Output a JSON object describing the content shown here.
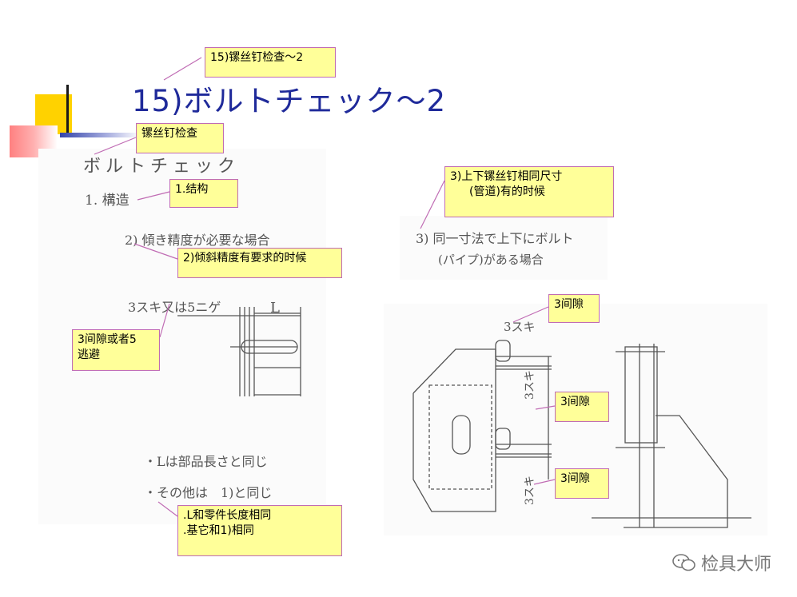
{
  "slide": {
    "title": "15)ボルトチェック～2"
  },
  "scan_text": {
    "heading": "ボルトチェック",
    "section_1": "1. 構造",
    "item_2": "2) 傾き精度が必要な場合",
    "gap_note_left": "3スキ又は5ニゲ",
    "dim_L": "L",
    "note_L": "・Lは部品長さと同じ",
    "note_other": "・その他は　1)と同じ",
    "item_3_line1": "3) 同一寸法で上下にボルト",
    "item_3_line2": "(パイプ)がある場合",
    "gap_top": "3スキ",
    "gap_mid": "3スキ",
    "gap_bottom": "3スキ"
  },
  "callouts": {
    "title_translation": "15)镙丝钉检查～2",
    "heading_translation": "镙丝钉检查",
    "structure": "1.结构",
    "tilt": "2)倾斜精度有要求的时候",
    "gap_left": [
      "3间隙或者5",
      "逃避"
    ],
    "same_size": [
      "3)上下镙丝钉相同尺寸",
      "(管道)有的时候"
    ],
    "gap1": "3间隙",
    "gap2": "3间隙",
    "gap3": "3间隙",
    "notes": [
      ".L和零件长度相同",
      ".基它和1)相同"
    ]
  },
  "watermark": {
    "text": "检具大师",
    "icon": "wechat-icon"
  },
  "colors": {
    "title": "#1f2a9a",
    "callout_fill": "#ffff99",
    "callout_border": "#c06cb4",
    "accent_yellow": "#ffd200",
    "accent_red": "#ff8080"
  }
}
